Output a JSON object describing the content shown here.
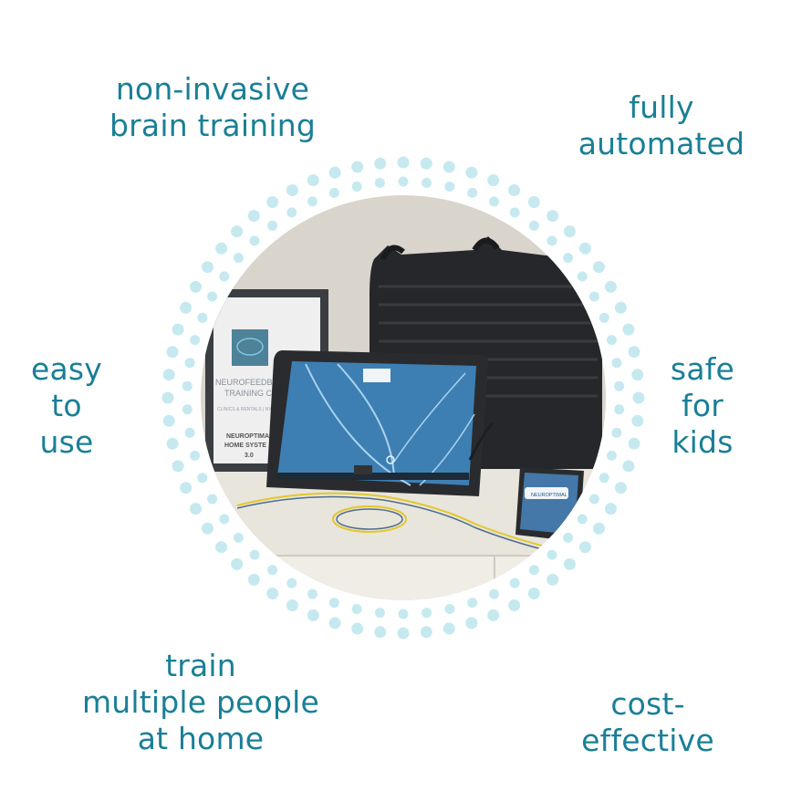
{
  "colors": {
    "text": "#1a7f96",
    "dots": "#c6e9f0",
    "background": "#ffffff"
  },
  "features": {
    "top_left": "non-invasive\nbrain training",
    "top_right": "fully\nautomated",
    "middle_left": "easy\nto\nuse",
    "middle_right": "safe\nfor\nkids",
    "bottom_left": "train\nmultiple people\nat home",
    "bottom_right": "cost-\neffective"
  },
  "photo": {
    "description": "NeurOptimal home neurofeedback system: tablet, carrying case, amplifier, sensor cables",
    "certificate_lines": [
      "NEUROFEEDBA",
      "TRAINING CO",
      "CLINICS & RENTALS | NY",
      "NEUROPTIMA",
      "HOME SYSTE",
      "3.0"
    ],
    "brand": "NEUROPTIMAL"
  }
}
